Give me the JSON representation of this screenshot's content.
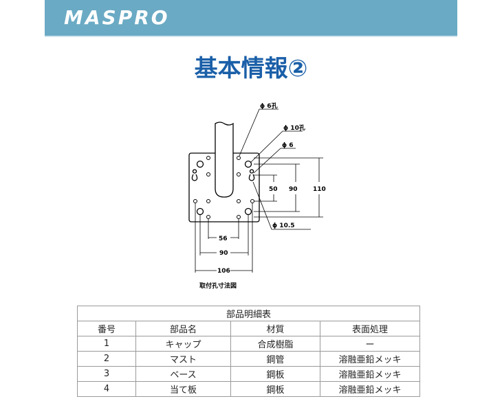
{
  "header": {
    "logo": "MASPRO",
    "banner_color": "#6aaac4"
  },
  "title": "基本情報②",
  "title_color": "#1a5fa8",
  "drawing": {
    "labels": {
      "hole6": "ϕ 6孔",
      "hole10": "ϕ 10孔",
      "phi6": "ϕ 6",
      "phi10_5": "ϕ 10.5"
    },
    "dimensions": {
      "v50": "50",
      "v90": "90",
      "v110": "110",
      "h56": "56",
      "h90": "90",
      "h106": "106"
    },
    "caption": "取付孔寸法図"
  },
  "table": {
    "title": "部品明細表",
    "columns": [
      "番号",
      "部品名",
      "材質",
      "表面処理"
    ],
    "rows": [
      [
        "1",
        "キャップ",
        "合成樹脂",
        "ー"
      ],
      [
        "2",
        "マスト",
        "鋼管",
        "溶融亜鉛メッキ"
      ],
      [
        "3",
        "ベース",
        "鋼板",
        "溶融亜鉛メッキ"
      ],
      [
        "4",
        "当て板",
        "鋼板",
        "溶融亜鉛メッキ"
      ]
    ]
  }
}
